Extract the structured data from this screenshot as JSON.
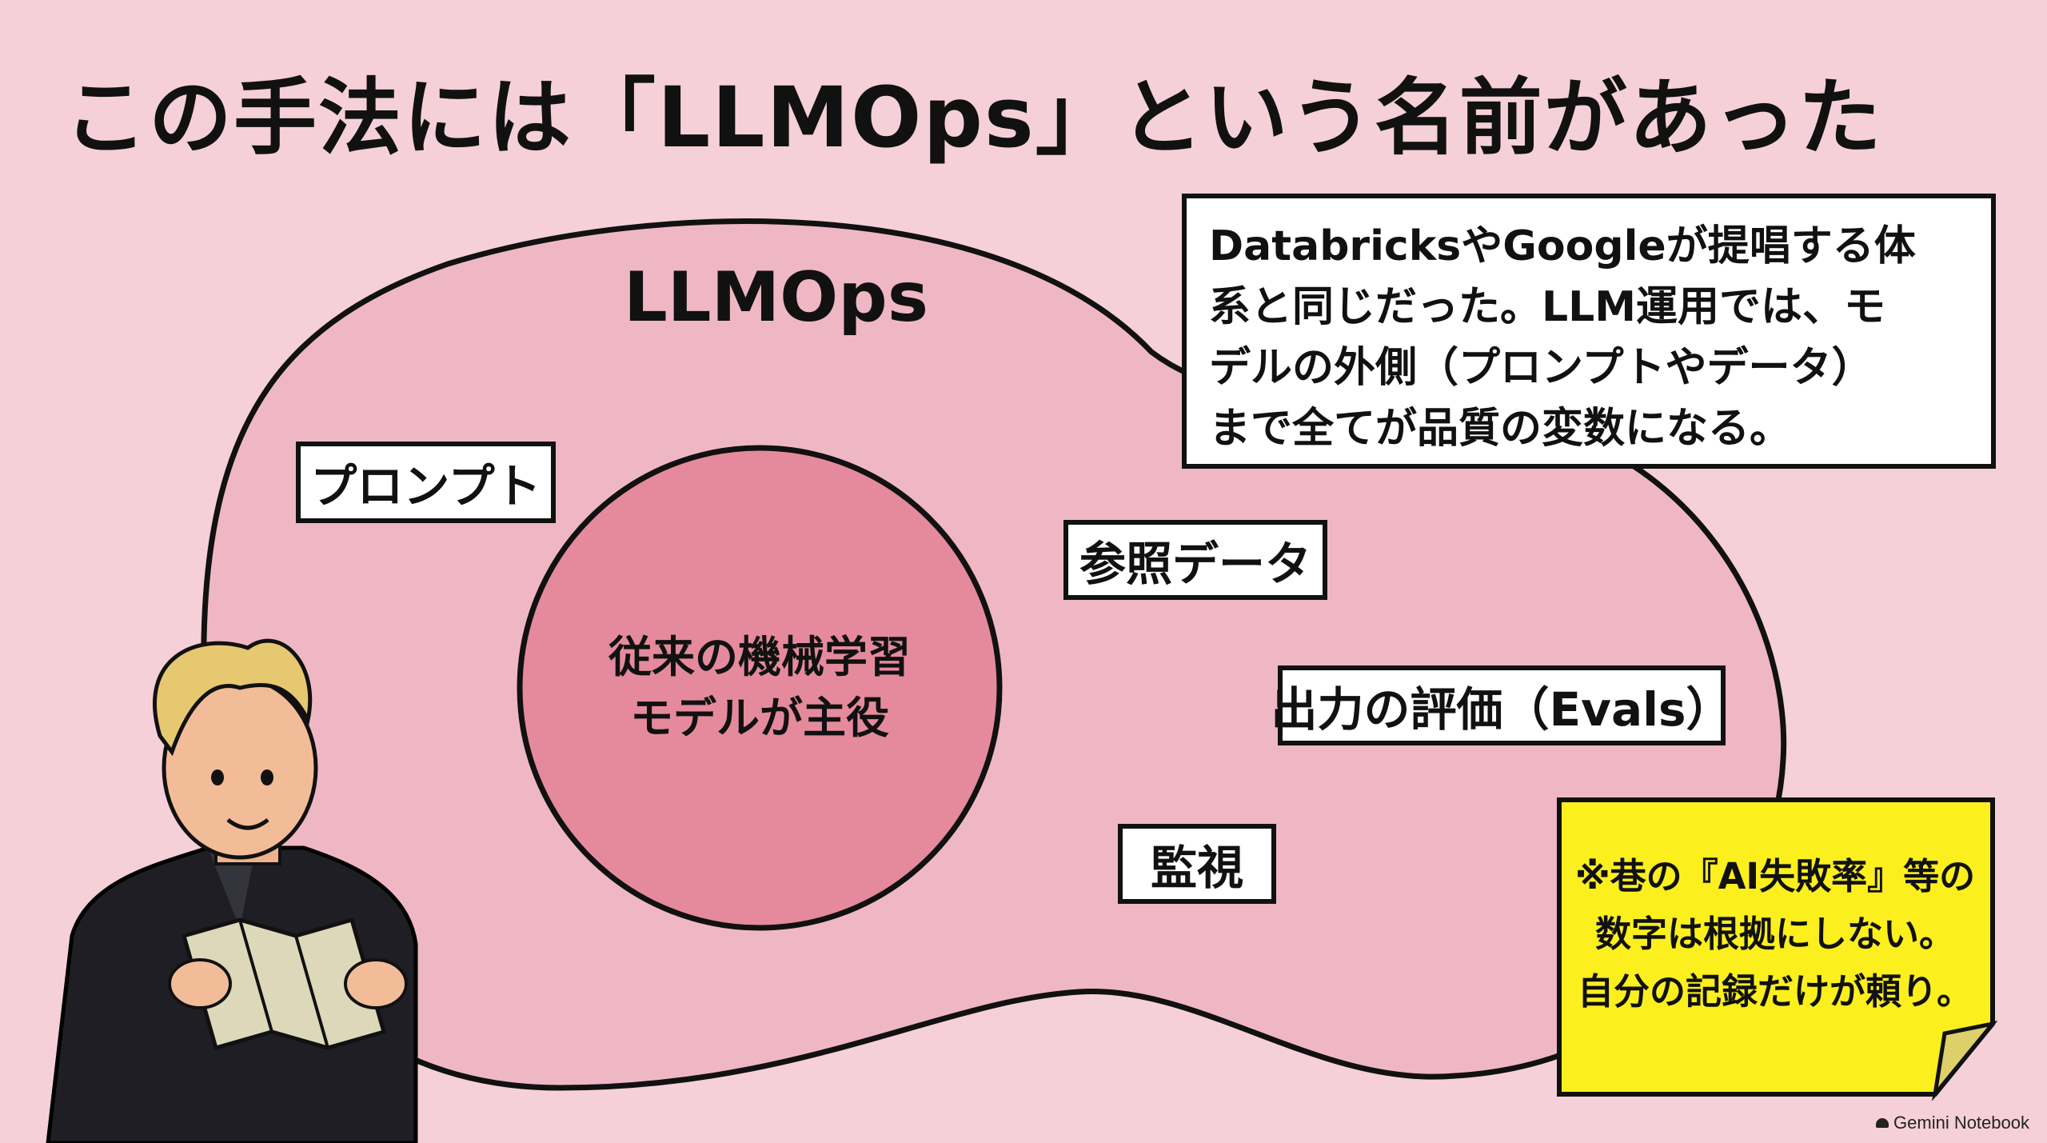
{
  "title": "この手法には「LLMOps」という名前があった",
  "diagram": {
    "outer_label": "LLMOps",
    "core_lines": [
      "従来の機械学習",
      "モデルが主役"
    ],
    "tags": {
      "prompt": "プロンプト",
      "reference": "参照データ",
      "evals": "出力の評価（Evals）",
      "monitoring": "監視"
    }
  },
  "callout": {
    "lines": [
      "DatabricksやGoogleが提唱する体",
      "系と同じだった。LLM運用では、モ",
      "デルの外側（プロンプトやデータ）",
      "まで全てが品質の変数になる。"
    ]
  },
  "note": {
    "lines": [
      "※巷の『AI失敗率』等の",
      "数字は根拠にしない。",
      "自分の記録だけが頼り。"
    ]
  },
  "brand": "Gemini Notebook",
  "colors": {
    "background": "#f5d0d8",
    "outer_blob": "#efb7c4",
    "core_circle": "#e58a9c",
    "note": "#fbef1e"
  }
}
